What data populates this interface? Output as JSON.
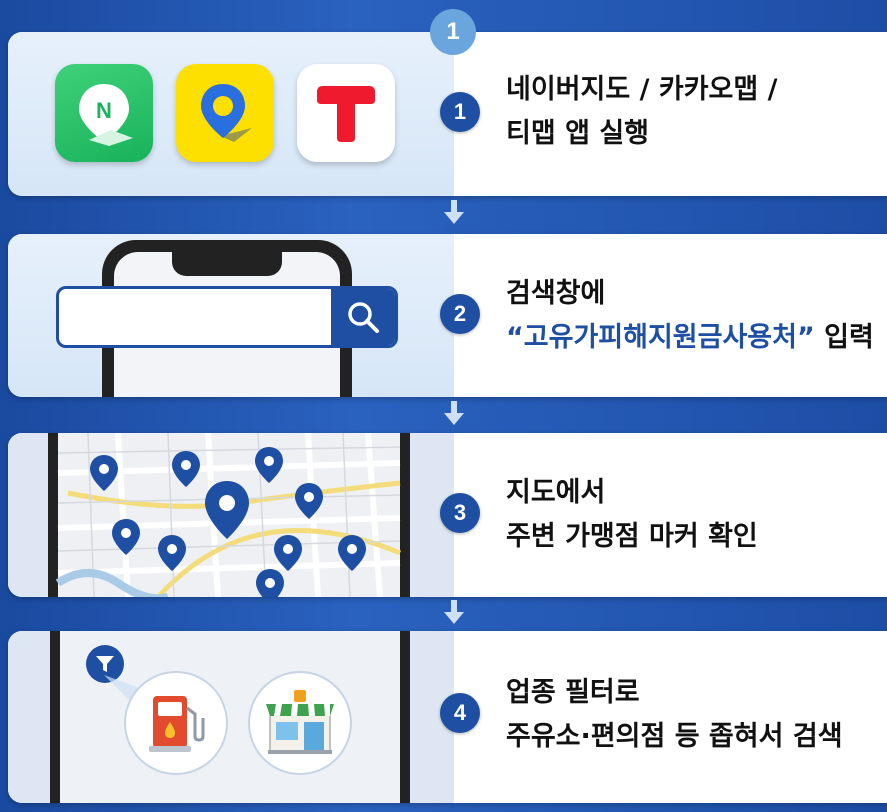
{
  "top_badge": "1",
  "steps": [
    {
      "number": "1",
      "line1": "네이버지도 / 카카오맵 /",
      "line2": "티맵 앱 실행",
      "icons": [
        "naver-map-icon",
        "kakao-map-icon",
        "tmap-icon"
      ],
      "naver_letter": "N"
    },
    {
      "number": "2",
      "line1": "검색창에",
      "line2_highlight": "“고유가피해지원금사용처”",
      "line2_suffix": " 입력"
    },
    {
      "number": "3",
      "line1": "지도에서",
      "line2": "주변 가맹점 마커 확인"
    },
    {
      "number": "4",
      "line1": "업종 필터로",
      "line2": "주유소·편의점 등 좁혀서 검색",
      "icons": [
        "filter-icon",
        "gas-station-icon",
        "convenience-store-icon"
      ]
    }
  ],
  "colors": {
    "accent": "#1e4fa3",
    "background": "#2a62bf",
    "marker": "#1e4fa3"
  }
}
